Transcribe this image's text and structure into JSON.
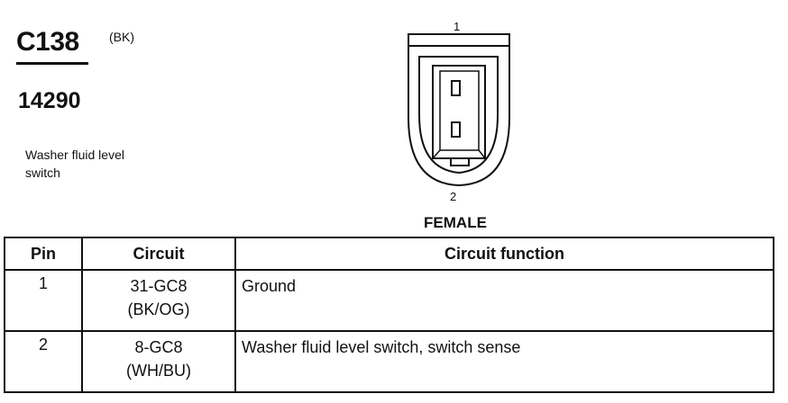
{
  "connector": {
    "id": "C138",
    "color_code": "(BK)",
    "part_number": "14290",
    "description": [
      "Washer fluid level",
      "switch"
    ],
    "gender": "FEMALE",
    "pin_labels": [
      "1",
      "2"
    ]
  },
  "table": {
    "headers": [
      "Pin",
      "Circuit",
      "Circuit function"
    ],
    "rows": [
      {
        "pin": "1",
        "circuit": "31-GC8",
        "wire_color": "(BK/OG)",
        "function": "Ground"
      },
      {
        "pin": "2",
        "circuit": "8-GC8",
        "wire_color": "(WH/BU)",
        "function": "Washer fluid level switch, switch sense"
      }
    ]
  }
}
